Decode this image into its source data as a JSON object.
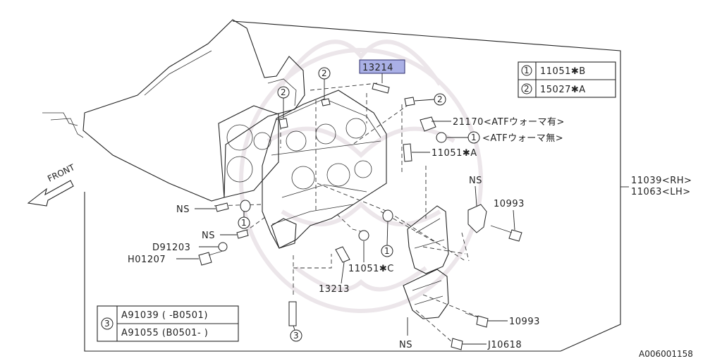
{
  "highlighted_part": "13214",
  "legend_top": [
    {
      "ref": "1",
      "part": "11051✱B"
    },
    {
      "ref": "2",
      "part": "15027✱A"
    }
  ],
  "legend_bottom": {
    "ref": "3",
    "rows": [
      "A91039 ( -B0501)",
      "A91055 (B0501- )"
    ]
  },
  "labels": {
    "p21170": "21170<ATFウォーマ有>",
    "atf_none": "<ATFウォーマ無>",
    "p11051a": "11051✱A",
    "rh": "11039<RH>",
    "lh": "11063<LH>",
    "ns_top": "NS",
    "p10993_top": "10993",
    "ns_left1": "NS",
    "ns_left2": "NS",
    "d91203": "D91203",
    "h01207": "H01207",
    "p11051c": "11051✱C",
    "p13213": "13213",
    "p10993_bottom": "10993",
    "j10618": "J10618",
    "ns_bottom": "NS",
    "front": "FRONT"
  },
  "callouts": {
    "c2": "2",
    "c1": "1",
    "c3": "3"
  },
  "catalog_code": "A006001158"
}
